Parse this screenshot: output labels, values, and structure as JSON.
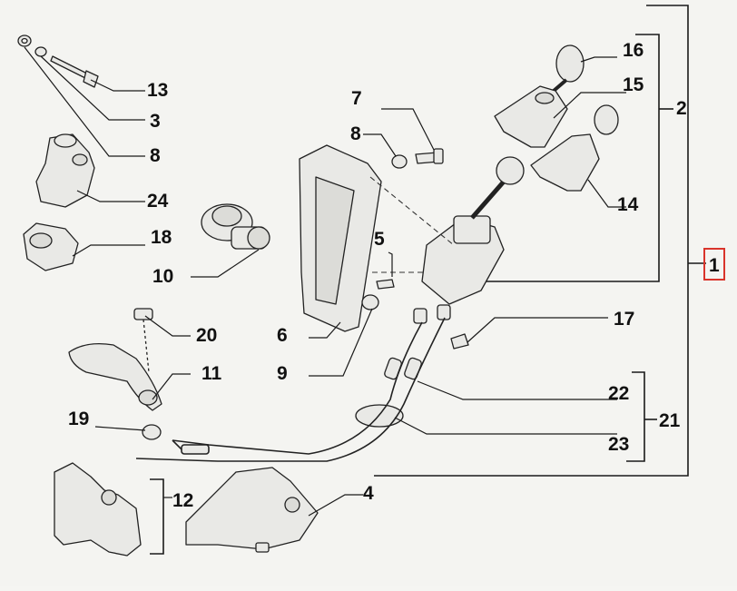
{
  "diagram": {
    "callouts": [
      {
        "id": "c16",
        "label": "16"
      },
      {
        "id": "c15",
        "label": "15"
      },
      {
        "id": "c2",
        "label": "2"
      },
      {
        "id": "c14",
        "label": "14"
      },
      {
        "id": "c1",
        "label": "1"
      },
      {
        "id": "c7",
        "label": "7"
      },
      {
        "id": "c8a",
        "label": "8"
      },
      {
        "id": "c5",
        "label": "5"
      },
      {
        "id": "c6",
        "label": "6"
      },
      {
        "id": "c9",
        "label": "9"
      },
      {
        "id": "c13",
        "label": "13"
      },
      {
        "id": "c3",
        "label": "3"
      },
      {
        "id": "c8b",
        "label": "8"
      },
      {
        "id": "c24",
        "label": "24"
      },
      {
        "id": "c18",
        "label": "18"
      },
      {
        "id": "c10",
        "label": "10"
      },
      {
        "id": "c20",
        "label": "20"
      },
      {
        "id": "c11",
        "label": "11"
      },
      {
        "id": "c19",
        "label": "19"
      },
      {
        "id": "c17",
        "label": "17"
      },
      {
        "id": "c22",
        "label": "22"
      },
      {
        "id": "c21",
        "label": "21"
      },
      {
        "id": "c23",
        "label": "23"
      },
      {
        "id": "c12",
        "label": "12"
      },
      {
        "id": "c4",
        "label": "4"
      }
    ],
    "highlight_color": "#d9342b",
    "line_color": "#1a1a1a",
    "part_fill": "#e9e9e6"
  }
}
